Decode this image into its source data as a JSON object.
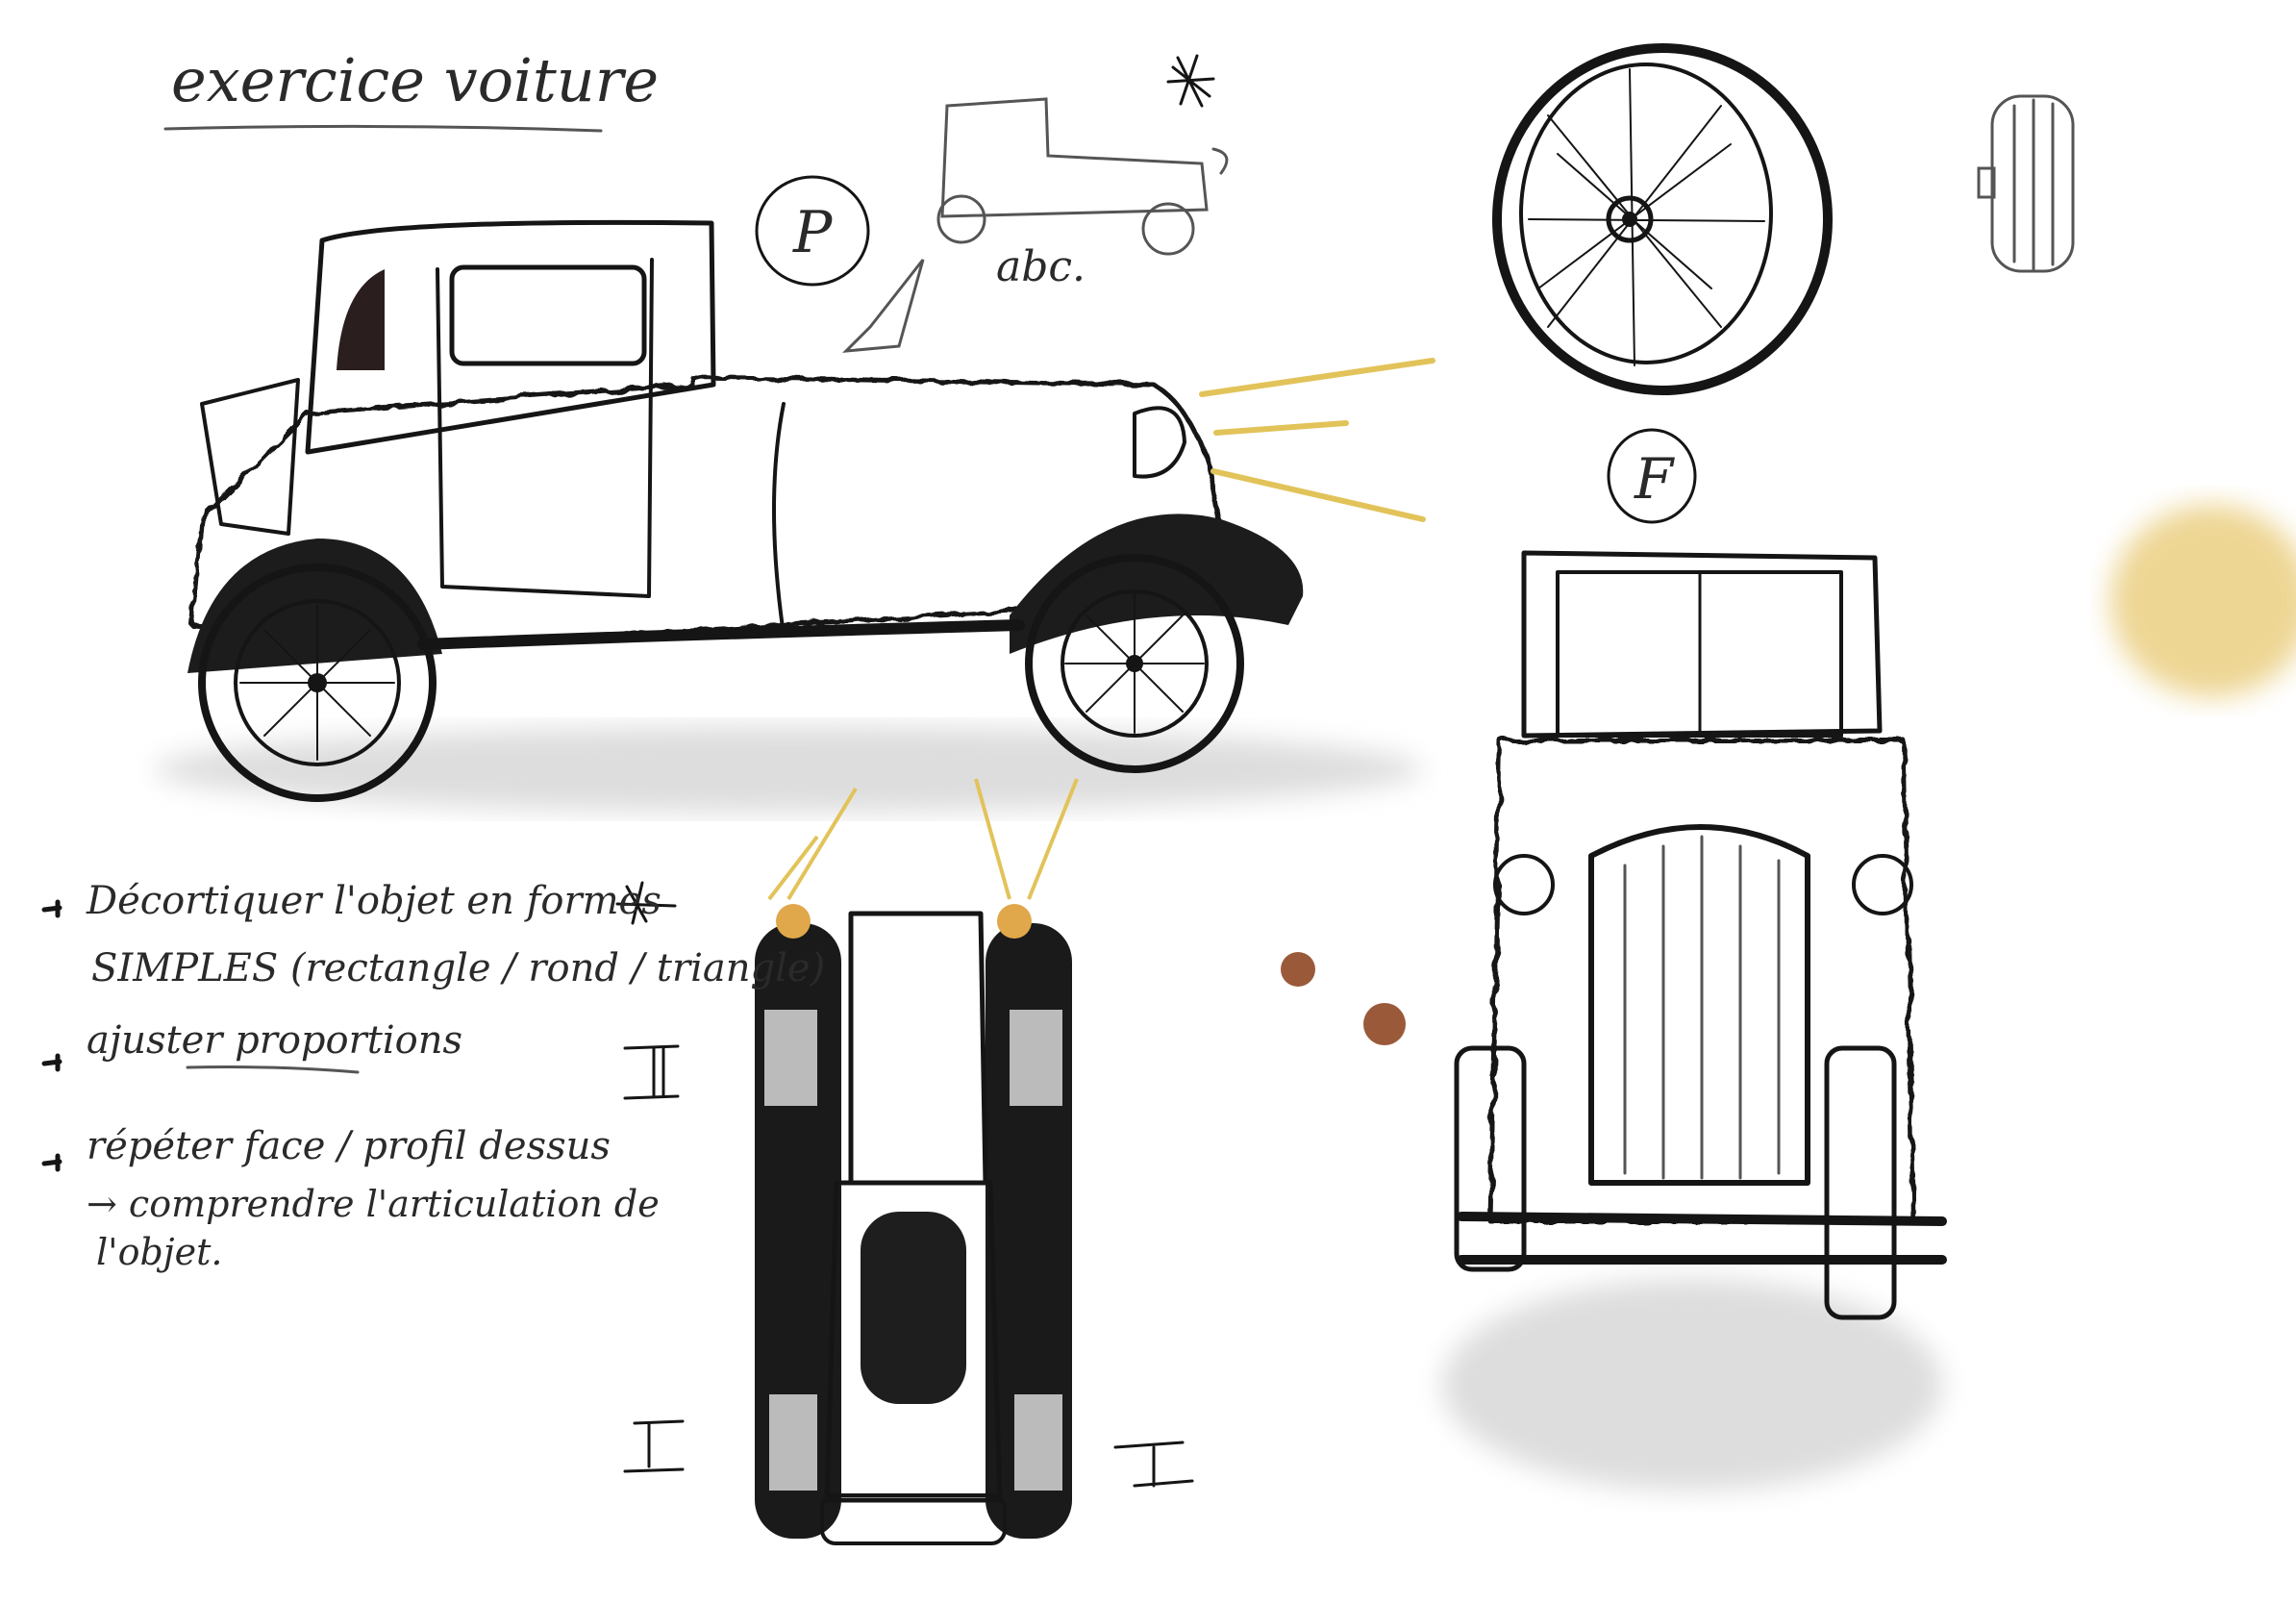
{
  "title": "exercice voiture",
  "labels": {
    "profile_marker": "P",
    "face_marker": "F",
    "sketch_note": "abc."
  },
  "notes": [
    {
      "line1": "Décortiquer l'objet en formes",
      "line2": "SIMPLES (rectangle / rond / triangle)"
    },
    {
      "line1": "ajuster proportions"
    },
    {
      "line1": "répéter face / profil dessus",
      "line2": "→ comprendre l'articulation de",
      "line3": "l'objet."
    }
  ],
  "colors": {
    "body_red": "#e4502e",
    "roof_brown": "#8a5a3a",
    "wheel_yellow": "#e9c15a",
    "ink": "#151515"
  }
}
